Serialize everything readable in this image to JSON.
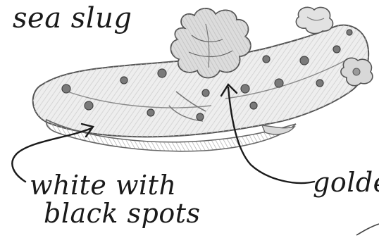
{
  "title": "sea slug",
  "labels": {
    "body_line1": "white with",
    "body_line2": "black spots",
    "gills": "golde"
  },
  "colors": {
    "ink": "#1a1a1a",
    "pencil": "#6b6b6b",
    "shade": "#bdbdbd",
    "paper": "#ffffff"
  }
}
